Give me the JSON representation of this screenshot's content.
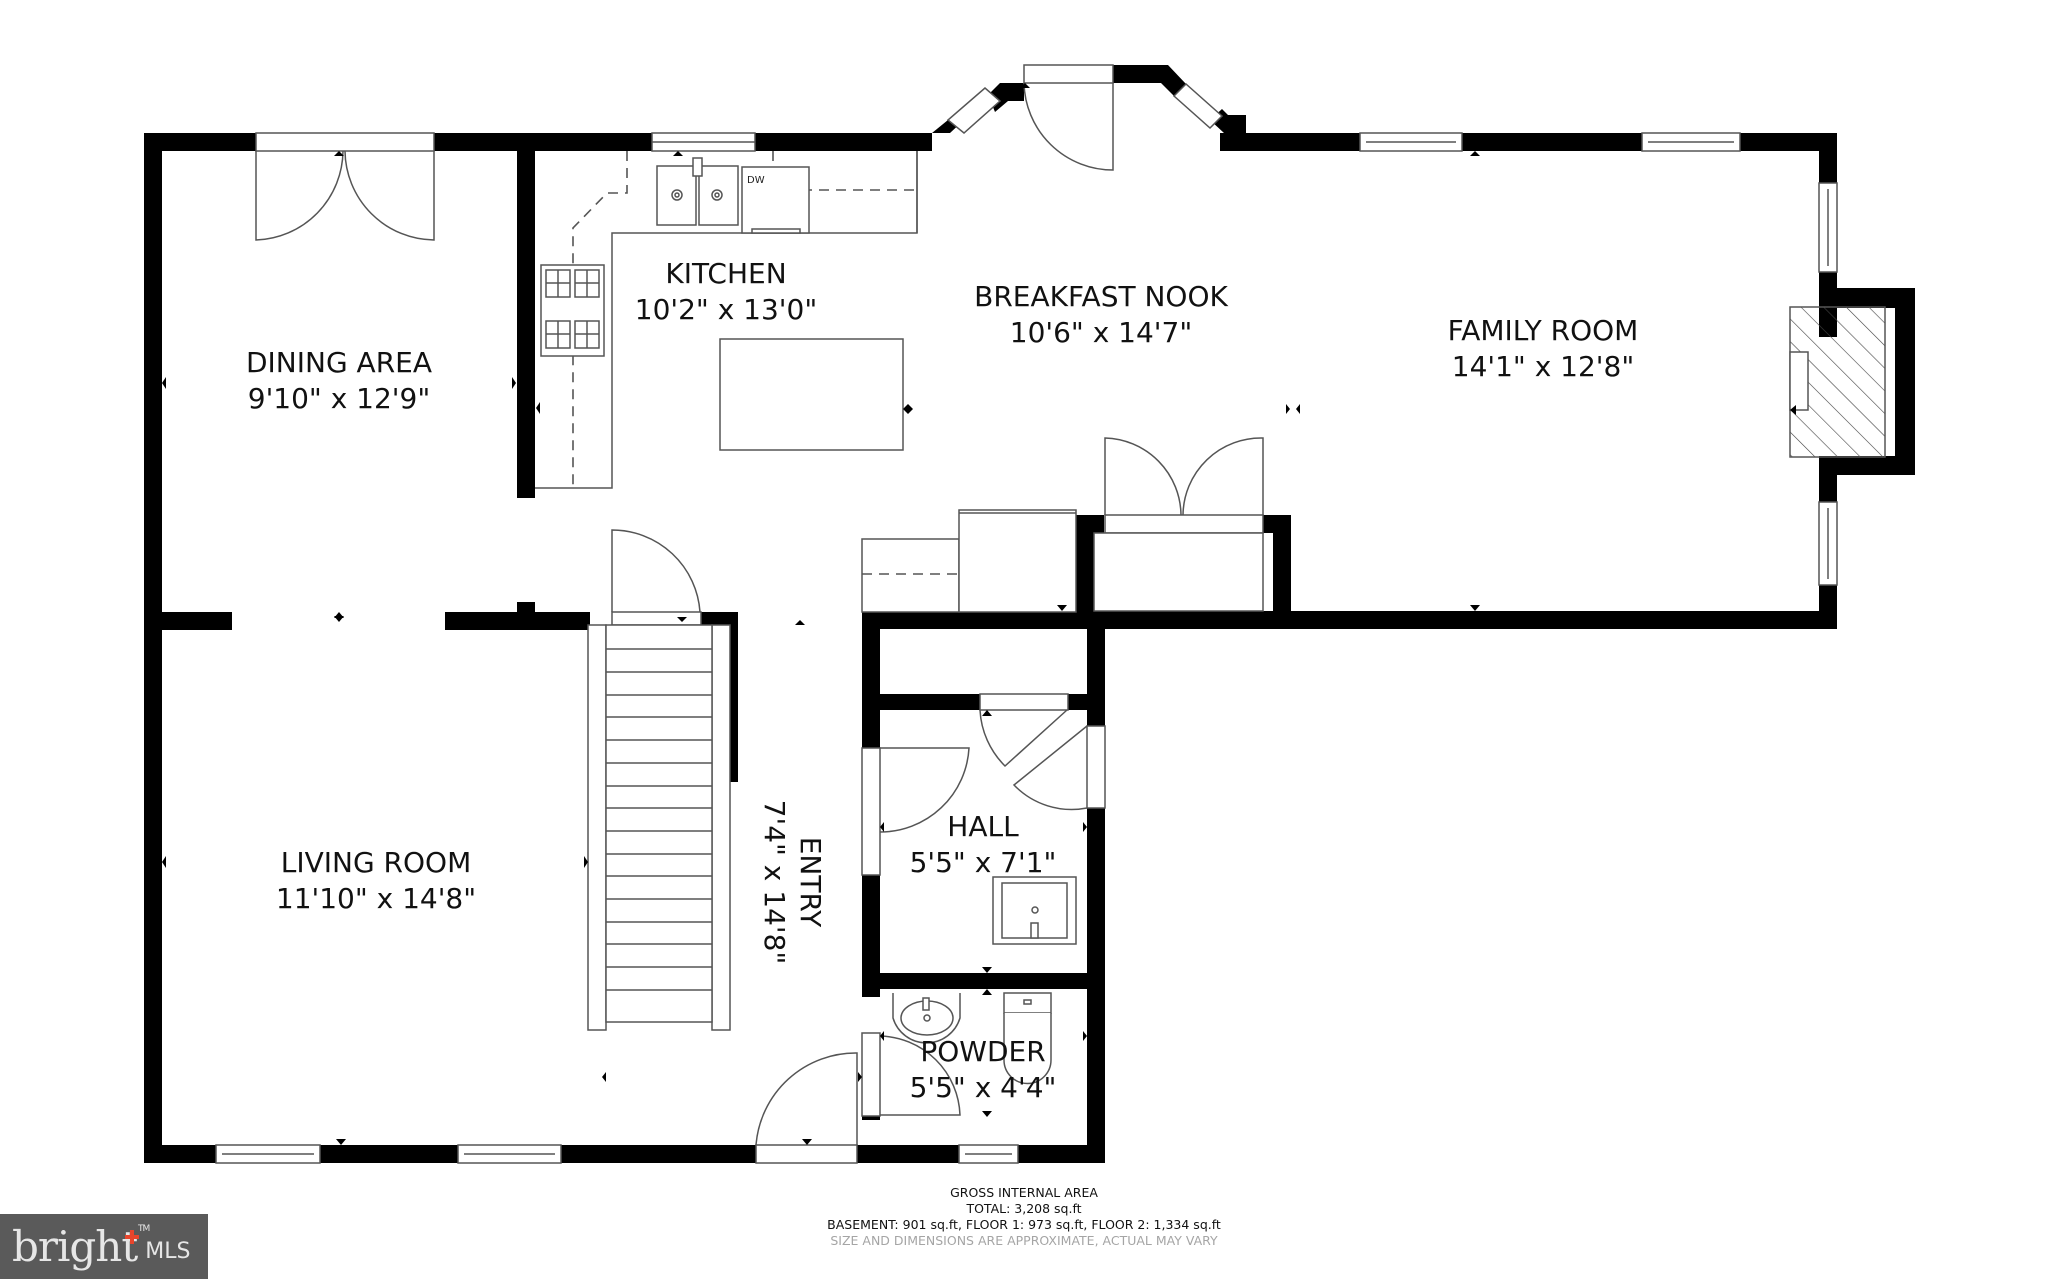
{
  "floor_plan": {
    "rooms": [
      {
        "id": "dining",
        "name": "DINING AREA",
        "dimensions": "9'10\" x 12'9\""
      },
      {
        "id": "kitchen",
        "name": "KITCHEN",
        "dimensions": "10'2\" x 13'0\""
      },
      {
        "id": "breakfast",
        "name": "BREAKFAST NOOK",
        "dimensions": "10'6\" x 14'7\""
      },
      {
        "id": "family",
        "name": "FAMILY ROOM",
        "dimensions": "14'1\" x 12'8\""
      },
      {
        "id": "living",
        "name": "LIVING ROOM",
        "dimensions": "11'10\" x 14'8\""
      },
      {
        "id": "entry",
        "name": "ENTRY",
        "dimensions": "7'4\" x 14'8\""
      },
      {
        "id": "hall",
        "name": "HALL",
        "dimensions": "5'5\" x 7'1\""
      },
      {
        "id": "powder",
        "name": "POWDER",
        "dimensions": "5'5\" x 4'4\""
      }
    ],
    "appliance_labels": {
      "dishwasher": "DW"
    }
  },
  "area_summary": {
    "heading": "GROSS INTERNAL AREA",
    "total": "TOTAL: 3,208 sq.ft",
    "breakdown": "BASEMENT: 901 sq.ft, FLOOR 1: 973 sq.ft, FLOOR 2: 1,334 sq.ft",
    "disclaimer": "SIZE AND DIMENSIONS ARE APPROXIMATE, ACTUAL MAY VARY"
  },
  "branding": {
    "logo_word": "bright",
    "logo_suffix": "MLS",
    "trademark": "TM",
    "logo_bg": "#5a5a5a",
    "logo_accent": "#e8452c"
  }
}
